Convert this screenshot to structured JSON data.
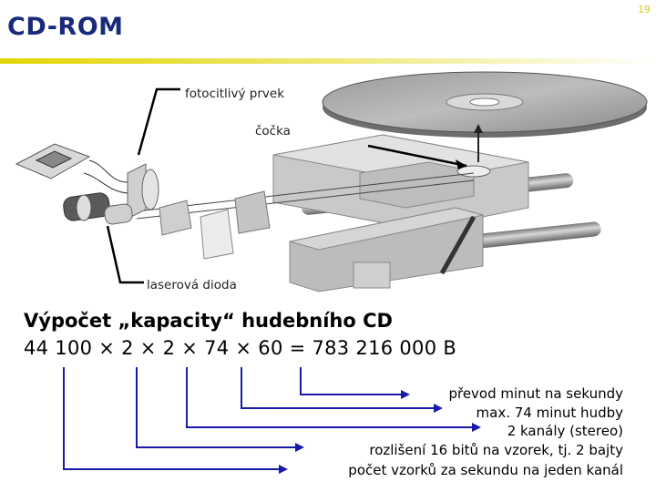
{
  "slide": {
    "title": "CD-ROM",
    "page_number": "19"
  },
  "diagram": {
    "labels": {
      "photosensitive": "fotocitlivý prvek",
      "lens": "čočka",
      "laser": "laserová dioda"
    }
  },
  "calculation": {
    "heading": "Výpočet „kapacity“ hudebního CD",
    "formula": "44 100 × 2 × 2 × 74 × 60 = 783 216 000 B",
    "explanations": [
      "převod minut na sekundy",
      "max. 74 minut hudby",
      "2 kanály (stereo)",
      "rozlišení 16 bitů na vzorek, tj. 2 bajty",
      "počet vzorků za sekundu na jeden kanál"
    ]
  },
  "colors": {
    "title": "#1a2a7a",
    "rule": "#e2d600",
    "connector": "#1a1aa8"
  }
}
